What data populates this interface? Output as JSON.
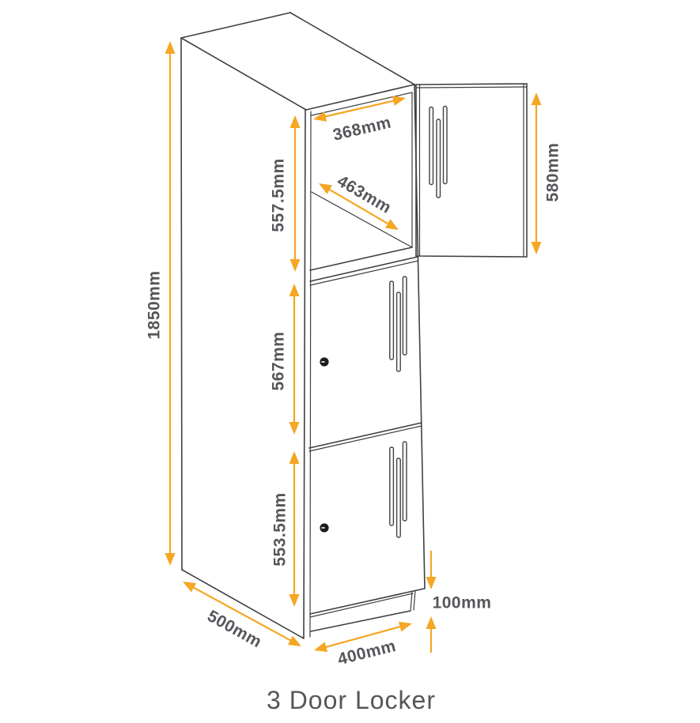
{
  "title": "3 Door Locker",
  "colors": {
    "dimension_accent": "#f5a623",
    "drawing_line": "#3e4043",
    "label_text": "#54565a",
    "background": "#ffffff"
  },
  "dimensions": {
    "overall_height": "1850mm",
    "top_compartment_height": "557.5mm",
    "compartment_width": "368mm",
    "compartment_depth": "463mm",
    "open_door_height": "580mm",
    "middle_door_height": "567mm",
    "bottom_door_height": "553.5mm",
    "plinth_height": "100mm",
    "overall_depth": "500mm",
    "overall_width": "400mm"
  }
}
